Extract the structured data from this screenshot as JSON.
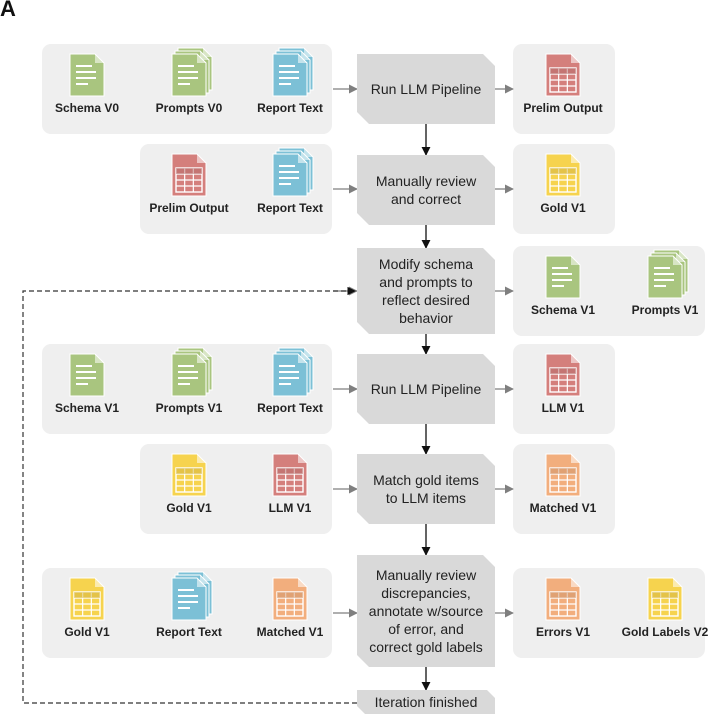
{
  "panel_label": "A",
  "colors": {
    "schema": "#a9c57f",
    "report": "#7cc0d6",
    "output": "#d47f7c",
    "gold": "#f6d34e",
    "matched": "#f2ae7d",
    "box": "#d9d9d9",
    "group": "#efefef",
    "arrow": "#7f7f7f",
    "arrow_main": "#111111"
  },
  "steps": [
    {
      "lines": [
        "Run LLM Pipeline"
      ]
    },
    {
      "lines": [
        "Manually review",
        "and correct"
      ]
    },
    {
      "lines": [
        "Modify schema",
        "and prompts to",
        "reflect desired",
        "behavior"
      ]
    },
    {
      "lines": [
        "Run LLM Pipeline"
      ]
    },
    {
      "lines": [
        "Match gold items",
        "to LLM items"
      ]
    },
    {
      "lines": [
        "Manually review",
        "discrepancies,",
        "annotate w/source",
        "of error, and",
        "correct gold labels"
      ]
    },
    {
      "lines": [
        "Iteration finished"
      ]
    }
  ],
  "documents": [
    {
      "label": "Schema V0",
      "icon": "document-icon",
      "color": "schema"
    },
    {
      "label": "Prompts V0",
      "icon": "document-stack-icon",
      "color": "schema"
    },
    {
      "label": "Report Text",
      "icon": "document-stack-icon",
      "color": "report"
    },
    {
      "label": "Prelim Output",
      "icon": "table-icon",
      "color": "output"
    },
    {
      "label": "Prelim Output",
      "icon": "table-icon",
      "color": "output"
    },
    {
      "label": "Report Text",
      "icon": "document-stack-icon",
      "color": "report"
    },
    {
      "label": "Gold V1",
      "icon": "table-icon",
      "color": "gold"
    },
    {
      "label": "Schema V1",
      "icon": "document-icon",
      "color": "schema"
    },
    {
      "label": "Prompts V1",
      "icon": "document-stack-icon",
      "color": "schema"
    },
    {
      "label": "Schema V1",
      "icon": "document-icon",
      "color": "schema"
    },
    {
      "label": "Prompts V1",
      "icon": "document-stack-icon",
      "color": "schema"
    },
    {
      "label": "Report Text",
      "icon": "document-stack-icon",
      "color": "report"
    },
    {
      "label": "LLM V1",
      "icon": "table-icon",
      "color": "output"
    },
    {
      "label": "Gold V1",
      "icon": "table-icon",
      "color": "gold"
    },
    {
      "label": "LLM V1",
      "icon": "table-icon",
      "color": "output"
    },
    {
      "label": "Matched V1",
      "icon": "table-icon",
      "color": "matched"
    },
    {
      "label": "Gold V1",
      "icon": "table-icon",
      "color": "gold"
    },
    {
      "label": "Report Text",
      "icon": "document-stack-icon",
      "color": "report"
    },
    {
      "label": "Matched V1",
      "icon": "table-icon",
      "color": "matched"
    },
    {
      "label": "Errors V1",
      "icon": "table-icon",
      "color": "matched"
    },
    {
      "label": "Gold Labels V2",
      "icon": "table-icon",
      "color": "gold"
    }
  ]
}
